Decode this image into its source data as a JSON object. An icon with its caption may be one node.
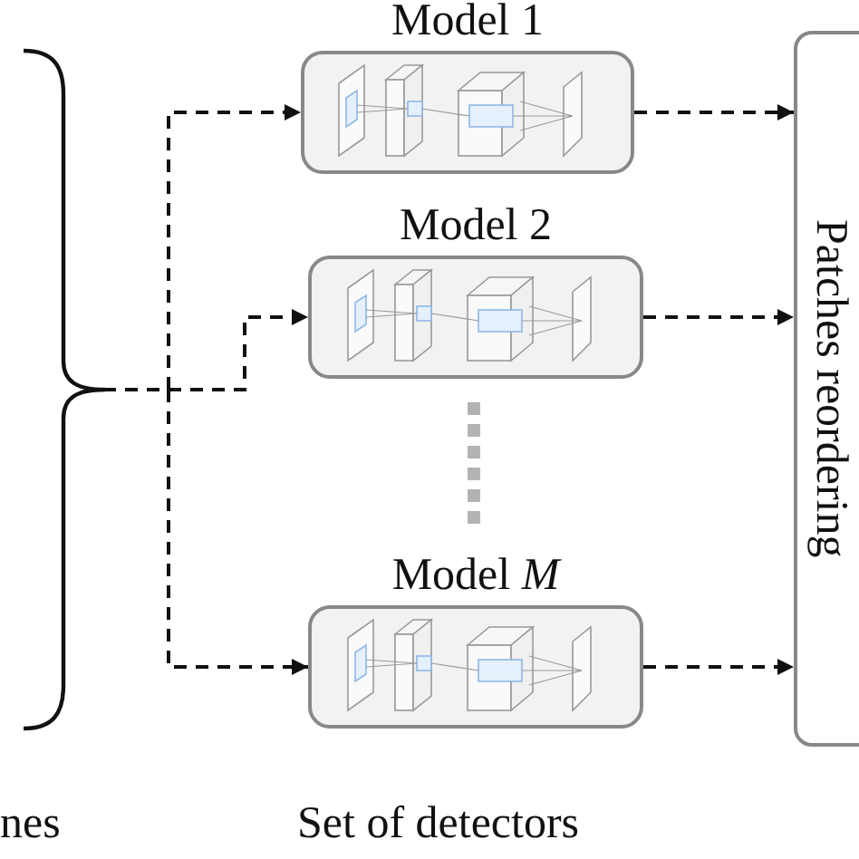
{
  "diagram": {
    "nodes": [
      {
        "text": [],
        "shape": "brace"
      },
      {
        "text": [
          "Model 1"
        ]
      },
      {
        "text": [
          "Model 2"
        ]
      },
      {
        "text": [
          "Model *M*"
        ]
      },
      {
        "text": [
          "Patches reordering"
        ]
      }
    ],
    "edges": [
      {
        "from": 0,
        "to": 1,
        "arrow": "to",
        "style": "dashed"
      },
      {
        "from": 0,
        "to": 2,
        "arrow": "to",
        "style": "dashed"
      },
      {
        "from": 0,
        "to": 3,
        "arrow": "to",
        "style": "dashed"
      },
      {
        "from": 1,
        "to": 4,
        "arrow": "to",
        "style": "dashed"
      },
      {
        "from": 2,
        "to": 4,
        "arrow": "to",
        "style": "dashed"
      },
      {
        "from": 3,
        "to": 4,
        "arrow": "to",
        "style": "dashed"
      }
    ],
    "labels": [
      "nes",
      "Set of detectors"
    ]
  }
}
